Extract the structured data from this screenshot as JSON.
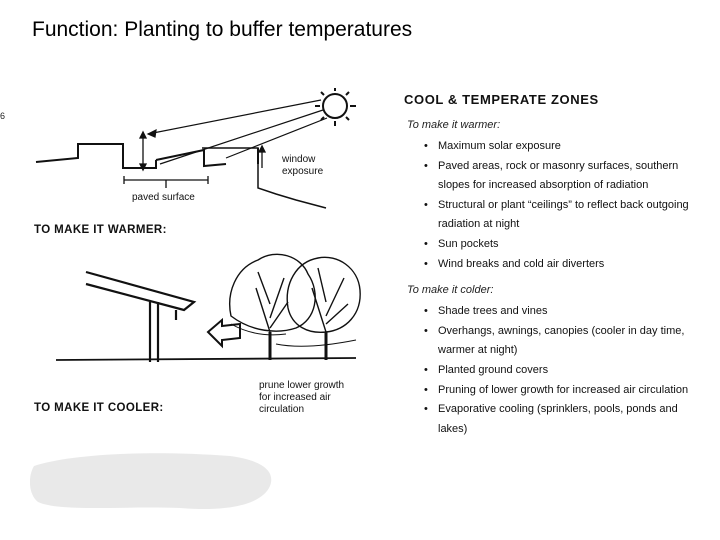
{
  "title": "Function:  Planting to buffer temperatures",
  "page_number": "6",
  "figure": {
    "labels": {
      "window_exposure": [
        "window",
        "exposure"
      ],
      "paved_surface": "paved surface",
      "prune_note": [
        "prune lower growth",
        "for increased air",
        "circulation"
      ]
    },
    "heading_warmer": "TO MAKE IT WARMER:",
    "heading_cooler": "TO MAKE IT COOLER:"
  },
  "zones": {
    "heading": "COOL & TEMPERATE ZONES",
    "warmer": {
      "label": "To make it warmer:",
      "items": [
        "Maximum solar exposure",
        "Paved areas, rock or masonry surfaces, southern slopes for increased absorption of radiation",
        "Structural or plant “ceilings” to reflect back outgoing radiation at night",
        "Sun pockets",
        "Wind breaks and cold air diverters"
      ]
    },
    "colder": {
      "label": "To make it colder:",
      "items": [
        "Shade trees and vines",
        "Overhangs, awnings, canopies (cooler in day time, warmer at night)",
        "Planted ground covers",
        "Pruning of lower growth for increased air circulation",
        "Evaporative cooling (sprinklers, pools, ponds and lakes)"
      ]
    }
  }
}
